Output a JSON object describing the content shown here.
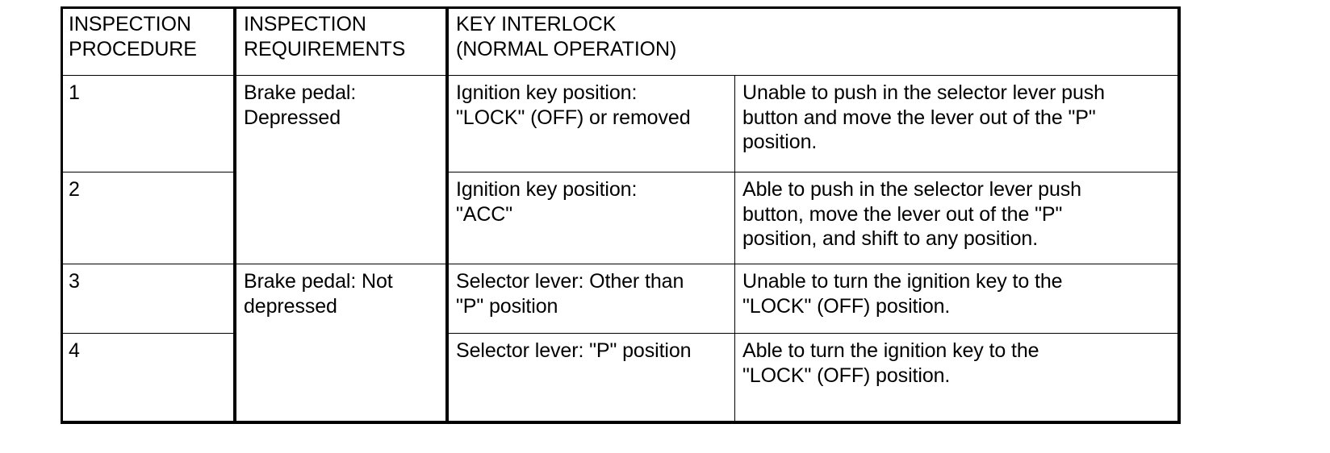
{
  "table": {
    "headers": {
      "procedure": "INSPECTION\nPROCEDURE",
      "requirements": "INSPECTION\nREQUIREMENTS",
      "key_interlock": "KEY INTERLOCK\n(NORMAL OPERATION)"
    },
    "rows": [
      {
        "procedure": "1",
        "requirements": "Brake pedal:\nDepressed",
        "condition": "Ignition key position:\n\"LOCK\" (OFF) or removed",
        "result": "Unable to push in the selector lever push\nbutton and move the lever out of the \"P\"\nposition."
      },
      {
        "procedure": "2",
        "requirements": "",
        "condition": "Ignition key position:\n\"ACC\"",
        "result": "Able to push in the selector lever push\nbutton, move the lever out of the \"P\"\nposition, and shift to any position."
      },
      {
        "procedure": "3",
        "requirements": "Brake pedal: Not\ndepressed",
        "condition": "Selector lever: Other than\n\"P\" position",
        "result": "Unable to turn the ignition key to the\n\"LOCK\" (OFF) position."
      },
      {
        "procedure": "4",
        "requirements": "",
        "condition": "Selector lever: \"P\" position",
        "result": "Able to turn the ignition key to the\n\"LOCK\" (OFF) position."
      }
    ]
  },
  "colors": {
    "background": "#ffffff",
    "text": "#000000",
    "border": "#000000"
  }
}
